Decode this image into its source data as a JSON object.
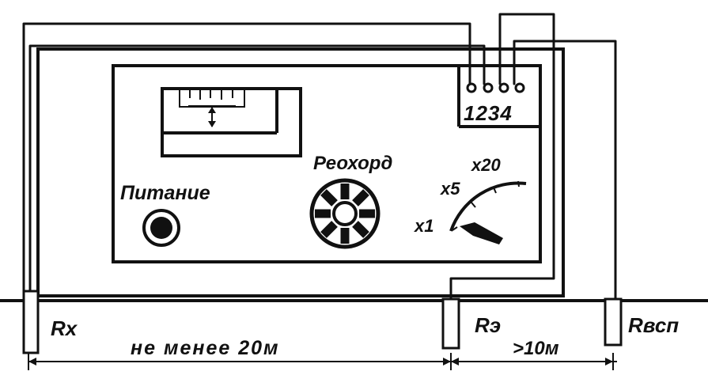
{
  "labels": {
    "power": "Питание",
    "rheochord": "Реохорд",
    "x1": "x1",
    "x5": "x5",
    "x20": "x20",
    "terminals": "1234",
    "rx": "Rx",
    "re": "Rэ",
    "rvsp": "Rвсп",
    "distance_min": "не менее 20м",
    "distance_gt": ">10м"
  },
  "colors": {
    "ink": "#111111",
    "paper": "#ffffff"
  }
}
